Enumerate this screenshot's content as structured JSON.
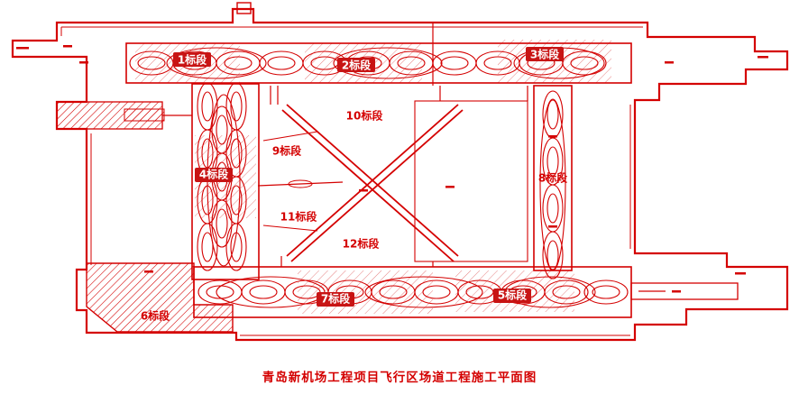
{
  "drawing": {
    "title": "青岛新机场工程项目飞行区场道工程施工平面图",
    "colors": {
      "line": "#d40000",
      "hatch": "#e05050",
      "background": "#ffffff",
      "label_on_dark": "#ffffff",
      "label_on_light": "#d40000"
    },
    "labels": [
      {
        "text": "1标段",
        "color": "#ffffff"
      },
      {
        "text": "2标段",
        "color": "#ffffff"
      },
      {
        "text": "3标段",
        "color": "#ffffff"
      },
      {
        "text": "10标段",
        "color": "#d40000"
      },
      {
        "text": "9标段",
        "color": "#d40000"
      },
      {
        "text": "4标段",
        "color": "#ffffff"
      },
      {
        "text": "8标段",
        "color": "#d40000"
      },
      {
        "text": "11标段",
        "color": "#d40000"
      },
      {
        "text": "12标段",
        "color": "#d40000"
      },
      {
        "text": "7标段",
        "color": "#ffffff"
      },
      {
        "text": "5标段",
        "color": "#ffffff"
      },
      {
        "text": "6标段",
        "color": "#d40000"
      }
    ]
  }
}
